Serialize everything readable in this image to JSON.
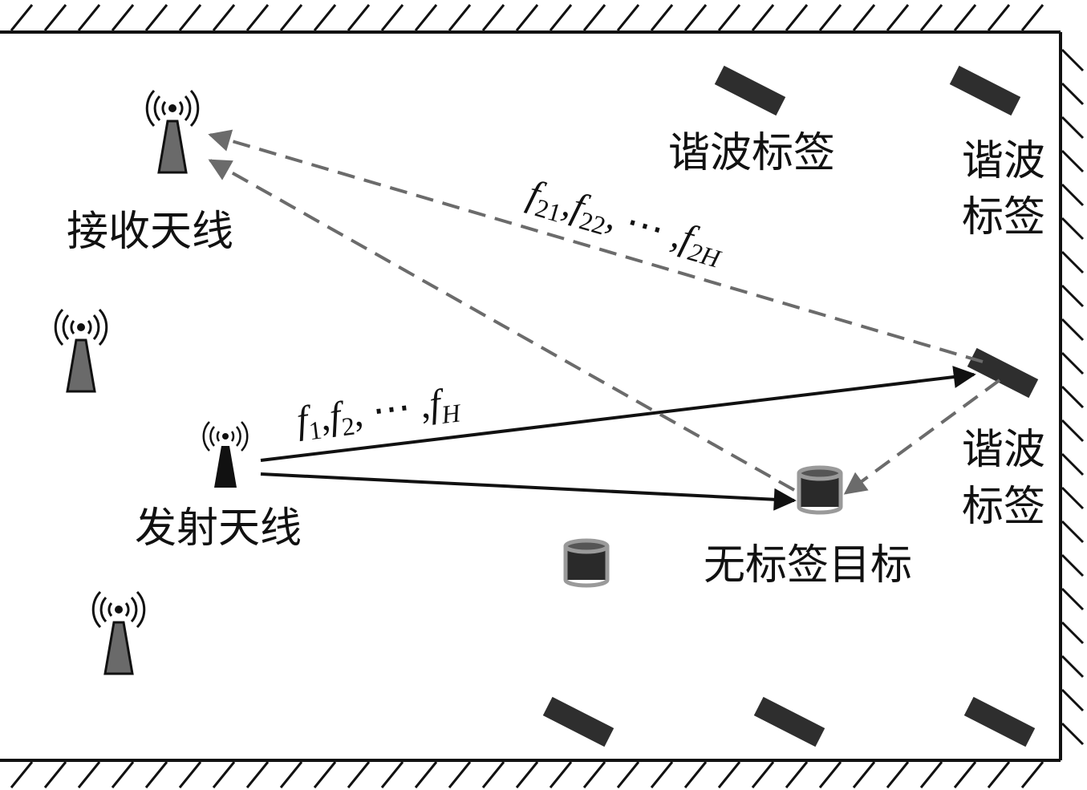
{
  "labels": {
    "receive_antenna": "接收天线",
    "transmit_antenna": "发射天线",
    "harmonic_tag_top": "谐波标签",
    "harmonic_tag_right_top": [
      "谐波",
      "标签"
    ],
    "harmonic_tag_right_mid": [
      "谐波",
      "标签"
    ],
    "tagless_target": "无标签目标"
  },
  "formulas": {
    "transmit_freqs": {
      "f": "f",
      "s1": "1",
      "sep": ",",
      "s2": "2",
      "dots": ", ⋯ ,",
      "sH": "H"
    },
    "harmonic_freqs": {
      "f": "f",
      "s21": "21",
      "sep": ",",
      "s22": "22",
      "dots": ", ⋯ ,",
      "s2H": "2H"
    }
  },
  "colors": {
    "wall": "#111111",
    "tag": "#2e2e2e",
    "antenna_gray": "#6a6a6a",
    "antenna_black": "#111111",
    "dashed_arrow": "#6b6b6b",
    "solid_arrow": "#111111",
    "target_body": "#2a2a2a",
    "target_rim": "#9a9a9a"
  },
  "icons": {
    "antenna": "antenna-icon",
    "tag": "harmonic-tag-icon",
    "target": "cylinder-target-icon"
  }
}
